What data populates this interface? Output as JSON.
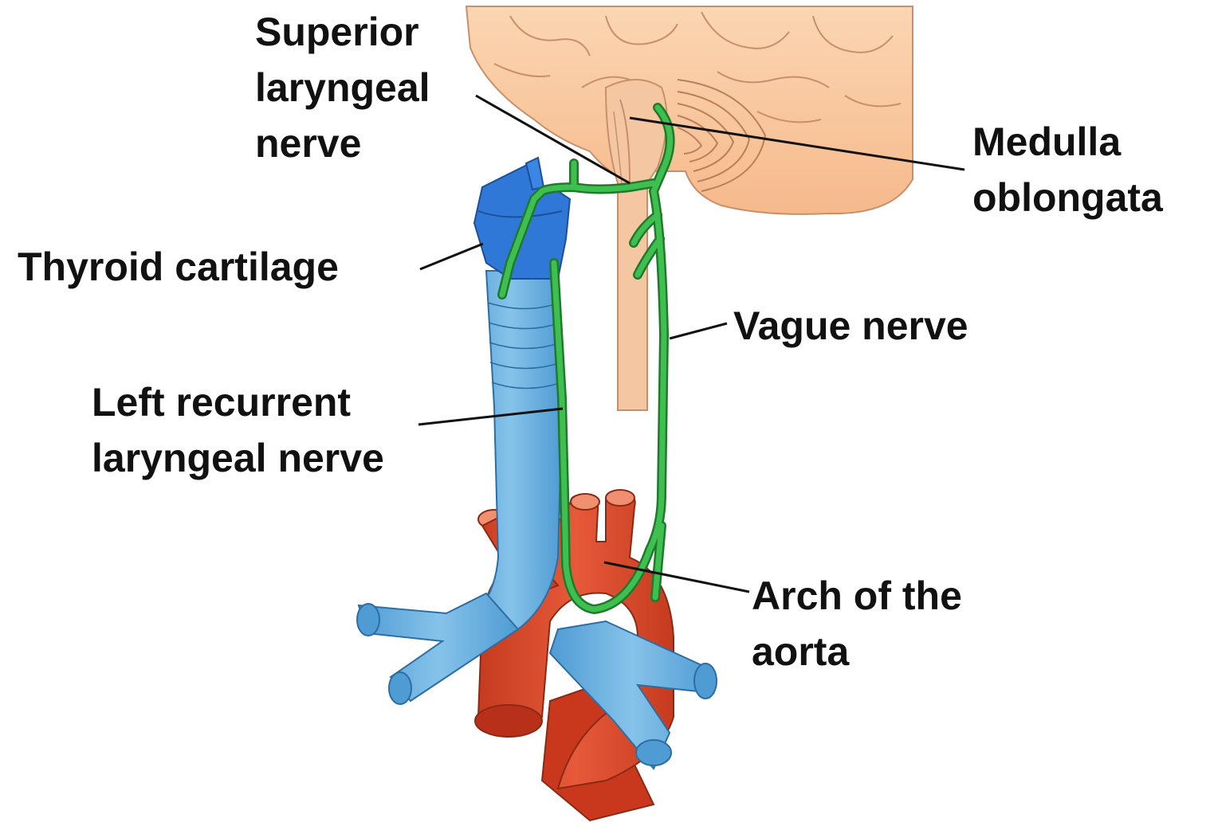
{
  "labels": {
    "superior_laryngeal_nerve": [
      "Superior",
      "laryngeal",
      "nerve"
    ],
    "medulla_oblongata": [
      "Medulla",
      "oblongata"
    ],
    "thyroid_cartilage": [
      "Thyroid cartilage"
    ],
    "vague_nerve": [
      "Vague nerve"
    ],
    "left_recurrent_laryngeal_nerve": [
      "Left recurrent",
      "laryngeal nerve"
    ],
    "arch_of_the_aorta": [
      "Arch of the",
      "aorta"
    ]
  },
  "colors": {
    "brain": "#f8c9a0",
    "brainstem": "#f3c49d",
    "cartilage": "#2f78d8",
    "trachea": "#6fb2e0",
    "aorta": "#d9482c",
    "nerve": "#3bb24a",
    "leader": "#111111"
  },
  "icons": [
    "brain-shape",
    "trachea-shape",
    "aorta-shape",
    "nerve-path"
  ]
}
